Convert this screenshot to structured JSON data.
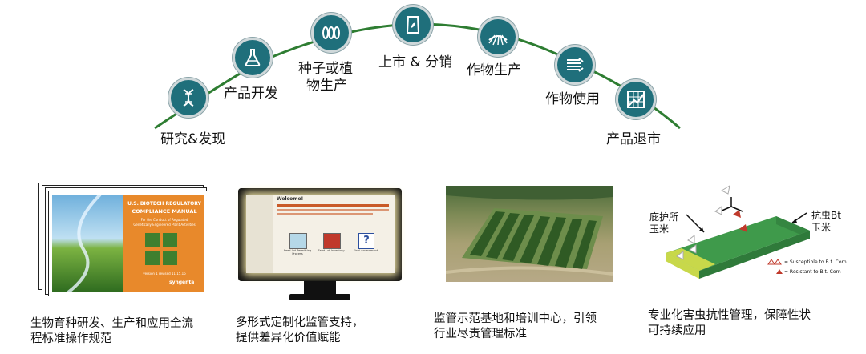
{
  "stages": [
    {
      "label": "研究&发现",
      "icon": "dna-icon"
    },
    {
      "label": "产品开发",
      "icon": "flask-icon"
    },
    {
      "label": "种子或植物生产",
      "line1": "种子或植",
      "line2": "物生产",
      "icon": "seeds-icon"
    },
    {
      "label": "上市 & 分销",
      "icon": "seed-bag-icon"
    },
    {
      "label": "作物生产",
      "icon": "field-rows-icon"
    },
    {
      "label": "作物使用",
      "icon": "grain-flow-icon"
    },
    {
      "label": "产品退市",
      "icon": "grid-chart-icon"
    }
  ],
  "manual": {
    "title1": "U.S. BIOTECH REGULATORY",
    "title2": "COMPLIANCE MANUAL",
    "sub1": "For the Conduct of Regulated",
    "sub2": "Genetically Engineered Plant Activities",
    "version": "version 1  revised 11.15.16",
    "brand": "syngenta"
  },
  "screen": {
    "heading": "Welcome!",
    "steps": [
      "Seed Lot Permitting Process",
      "Seed Lot Inventory",
      "Final Assessment"
    ]
  },
  "diagram": {
    "left_label1": "庇护所",
    "left_label2": "玉米",
    "right_label1": "抗虫Bt",
    "right_label2": "玉米",
    "legend_susceptible": "= Susceptible to B.t. Corn",
    "legend_resistant": "= Resistant to B.t. Corn"
  },
  "captions": [
    {
      "line1": "生物育种研发、生产和应用全流",
      "line2": "程标准操作规范"
    },
    {
      "line1": "多形式定制化监管支持，",
      "line2": "提供差异化价值赋能"
    },
    {
      "line1": "监管示范基地和培训中心，引领",
      "line2": "行业尽责管理标准"
    },
    {
      "line1": "专业化害虫抗性管理，保障性状",
      "line2": "可持续应用"
    }
  ],
  "colors": {
    "arc": "#2e7d32",
    "icon_bg": "#1f6f7b",
    "manual_orange": "#e8892b",
    "bt_green": "#3f9a4b",
    "refuge_yellow": "#c8d84a"
  }
}
